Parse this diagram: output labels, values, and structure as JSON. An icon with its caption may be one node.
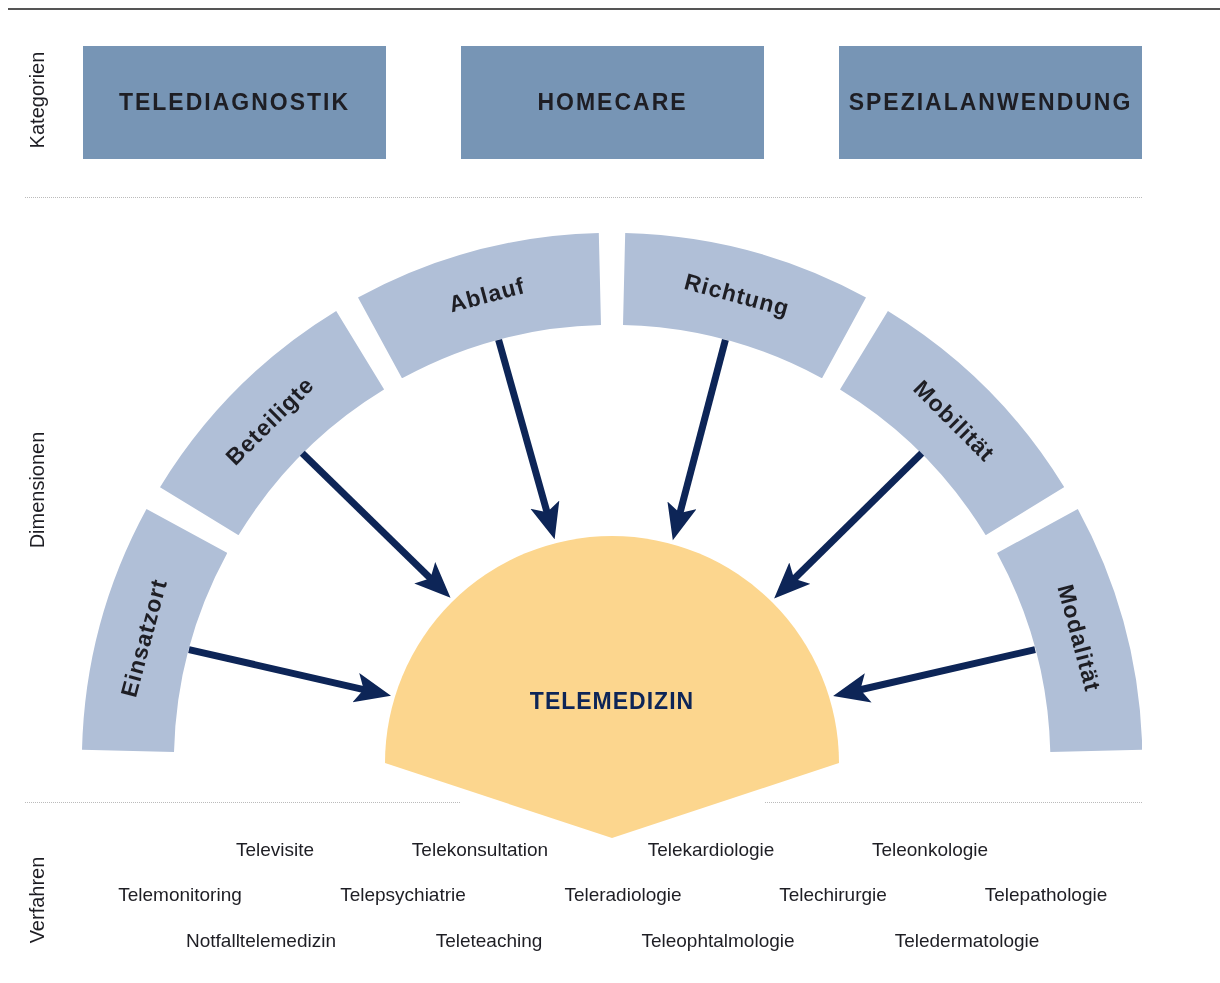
{
  "diagram": {
    "nodes": [
      {
        "text": [
          "TELEDIAGNOSTIK"
        ]
      },
      {
        "text": [
          "HOMECARE"
        ]
      },
      {
        "text": [
          "SPEZIALANWENDUNG"
        ]
      },
      {
        "text": [
          "Einsatzort"
        ]
      },
      {
        "text": [
          "Beteiligte"
        ]
      },
      {
        "text": [
          "Ablauf"
        ]
      },
      {
        "text": [
          "Richtung"
        ]
      },
      {
        "text": [
          "Mobilität"
        ]
      },
      {
        "text": [
          "Modalität"
        ]
      },
      {
        "text": [
          "TELEMEDIZIN"
        ]
      }
    ],
    "edges": [
      {
        "from": 3,
        "to": 9,
        "arrow": "to"
      },
      {
        "from": 4,
        "to": 9,
        "arrow": "to"
      },
      {
        "from": 5,
        "to": 9,
        "arrow": "to"
      },
      {
        "from": 6,
        "to": 9,
        "arrow": "to"
      },
      {
        "from": 7,
        "to": 9,
        "arrow": "to"
      },
      {
        "from": 8,
        "to": 9,
        "arrow": "to"
      }
    ],
    "labels": [
      "Kategorien",
      "Dimensionen",
      "Verfahren",
      "Televisite",
      "Telekonsultation",
      "Telekardiologie",
      "Teleonkologie",
      "Telemonitoring",
      "Telepsychiatrie",
      "Teleradiologie",
      "Telechirurgie",
      "Telepathologie",
      "Notfalltelemedizin",
      "Teleteaching",
      "Teleophtalmologie",
      "Teledermatologie"
    ]
  }
}
